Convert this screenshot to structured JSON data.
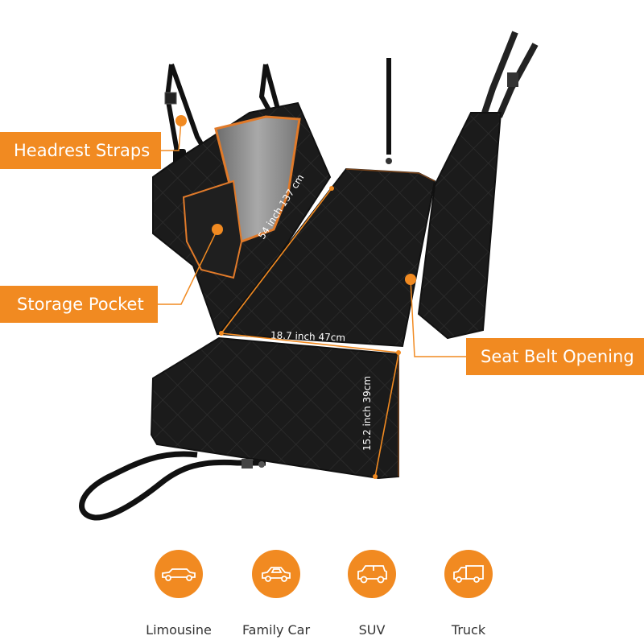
{
  "callouts": {
    "headrest_straps": "Headrest Straps",
    "storage_pocket": "Storage Pocket",
    "seat_belt_opening": "Seat Belt Opening"
  },
  "dimensions": {
    "length": "54 inch  137 cm",
    "width": "18.7 inch   47cm",
    "flap": "15.2 inch   39cm"
  },
  "vehicles": [
    {
      "label": "Limousine",
      "icon": "limousine-icon"
    },
    {
      "label": "Family Car",
      "icon": "family-car-icon"
    },
    {
      "label": "SUV",
      "icon": "suv-icon"
    },
    {
      "label": "Truck",
      "icon": "truck-icon"
    }
  ],
  "colors": {
    "accent": "#f18a21",
    "cover": "#1a1a1a",
    "text": "#333333"
  }
}
